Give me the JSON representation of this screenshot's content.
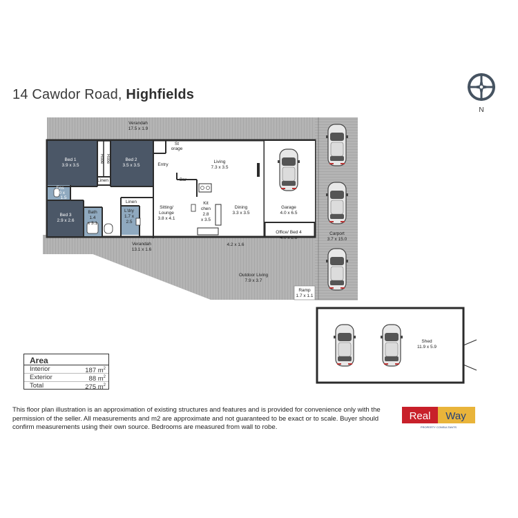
{
  "title": {
    "address": "14 Cawdor Road,",
    "suburb": "Highfields"
  },
  "compass": {
    "label": "N"
  },
  "rooms": {
    "verandah_top": {
      "name": "Verandah",
      "dims": "17.5 x 1.9"
    },
    "bed1": {
      "name": "Bed 1",
      "dims": "3.9 x 3.5"
    },
    "robe1": {
      "name": "Robe"
    },
    "robe2": {
      "name": "Robe"
    },
    "bed2": {
      "name": "Bed 2",
      "dims": "3.5 x 3.5"
    },
    "storage": {
      "line1": "St",
      "line2": "orage"
    },
    "entry": {
      "name": "Entry"
    },
    "living": {
      "name": "Living",
      "dims": "7.3 x 3.5"
    },
    "bar": {
      "name": "Bar"
    },
    "linen1": {
      "name": "Linen"
    },
    "linen2": {
      "name": "Linen"
    },
    "ens": {
      "name": "Ens",
      "dims_a": "2.0 x",
      "dims_b": "1.5"
    },
    "bed3": {
      "name": "Bed 3",
      "dims": "2.9 x 2.6"
    },
    "bath": {
      "name": "Bath",
      "dims_a": "1.4",
      "dims_b": "x 3.1"
    },
    "laundry": {
      "name": "L'dry",
      "dims_a": "1.7 x",
      "dims_b": "2.5"
    },
    "sitting": {
      "name": "Sitting/",
      "name2": "Lounge",
      "dims": "3.8 x 4.1"
    },
    "kitchen": {
      "name": "Kit",
      "name2": "chen",
      "dims_a": "2.8",
      "dims_b": "x 3.5"
    },
    "dining": {
      "name": "Dining",
      "dims": "3.3 x 3.5"
    },
    "garage": {
      "name": "Garage",
      "dims": "4.0 x 6.5"
    },
    "office": {
      "name": "Office/ Bed 4",
      "dims": "4.0 x 2.8"
    },
    "carport": {
      "name": "Carport",
      "dims": "3.7 x 15.0"
    },
    "verandah_bottom": {
      "name": "Verandah",
      "dims": "13.1 x 1.6"
    },
    "deck_small": {
      "dims": "4.2 x 1.6"
    },
    "outdoor_living": {
      "name": "Outdoor Living",
      "dims": "7.9 x 3.7"
    },
    "ramp": {
      "name": "Ramp",
      "dims": "1.7 x 1.1"
    },
    "shed": {
      "name": "Shed",
      "dims": "11.9 x 5.9"
    }
  },
  "area": {
    "title": "Area",
    "rows": [
      {
        "label": "Interior",
        "value": "187 m",
        "sup": "2"
      },
      {
        "label": "Exterior",
        "value": "88 m",
        "sup": "2"
      },
      {
        "label": "Total",
        "value": "275 m",
        "sup": "2"
      }
    ]
  },
  "disclaimer": "This floor plan illustration is an approximation of existing structures and features and is provided for convenience only with the permission of the seller. All measurements and m2 are approximate and not guaranteed to be exact or to scale. Buyer should confirm measurements using their own source. Bedrooms are measured from wall to robe.",
  "logo": {
    "part1": "Real",
    "part2": "Way",
    "tagline": "PROPERTY CONSULTANTS"
  },
  "colors": {
    "wall": "#2b2b2b",
    "deck": "#a9a9a9",
    "bedroom": "#4b5767",
    "wet": "#8fa9bf",
    "floor": "#ffffff",
    "logo_red": "#c8202a",
    "logo_gold": "#e9b43a",
    "logo_blue": "#23407a"
  }
}
